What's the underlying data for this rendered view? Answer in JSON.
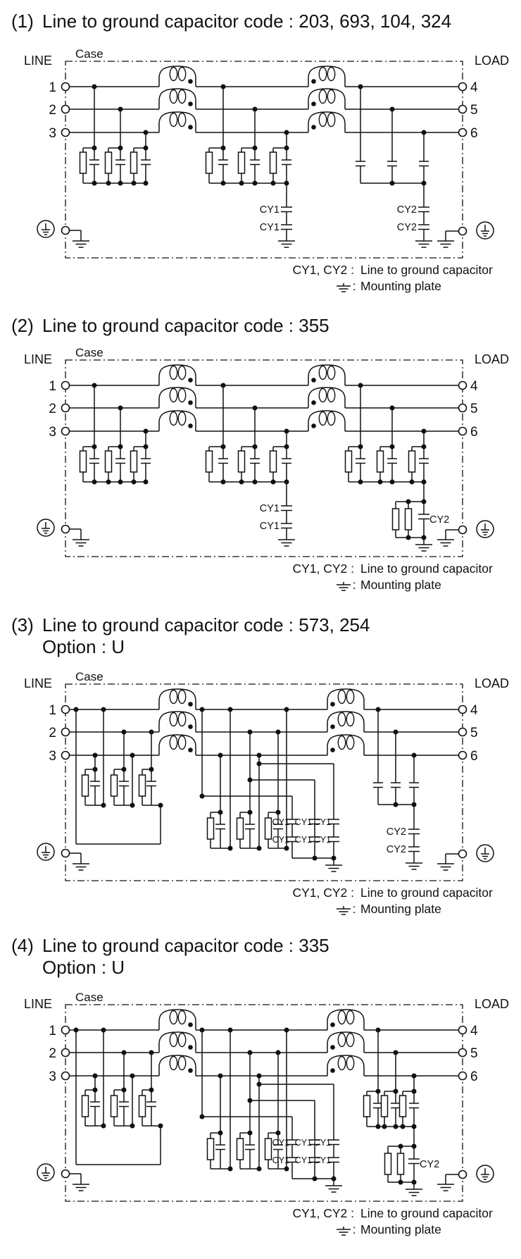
{
  "colors": {
    "ink": "#111111",
    "background": "#ffffff"
  },
  "labels": {
    "line": "LINE",
    "load": "LOAD",
    "case": "Case",
    "cy1": "CY1",
    "cy2": "CY2",
    "terminals_left": [
      "1",
      "2",
      "3"
    ],
    "terminals_right": [
      "4",
      "5",
      "6"
    ]
  },
  "legend": {
    "cy_label": "CY1, CY2 :",
    "cy_text": "Line to ground capacitor",
    "mount_colon": ":",
    "mount_text": "Mounting plate"
  },
  "symbols": {
    "mounting-plate-icon": "earth ground bars",
    "protective-earth-icon": "circled earth terminal",
    "cm-choke-icon": "common mode choke winding with phase dot",
    "resistor-icon": "vertical box resistor",
    "capacitor-icon": "two parallel plates"
  },
  "sections": [
    {
      "number": "(1)",
      "title": "Line to ground capacitor code : 203, 693, 104, 324"
    },
    {
      "number": "(2)",
      "title": "Line to ground capacitor code : 355"
    },
    {
      "number": "(3)",
      "title": "Line to ground capacitor code : 573, 254",
      "option": "Option : U"
    },
    {
      "number": "(4)",
      "title": "Line to ground capacitor code : 335",
      "option": "Option : U"
    }
  ]
}
